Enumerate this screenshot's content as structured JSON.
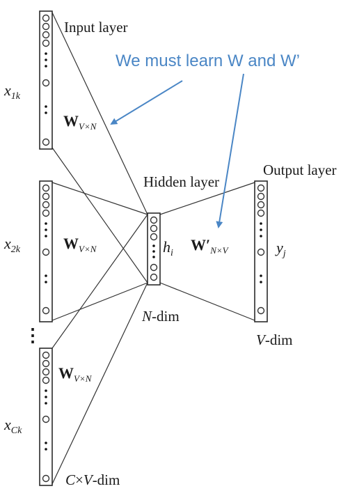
{
  "diagram": {
    "labels": {
      "input_layer": "Input layer",
      "hidden_layer": "Hidden layer",
      "output_layer": "Output layer",
      "annotation": "We must learn W and W’",
      "x1k_base": "x",
      "x1k_sub": "1k",
      "x2k_base": "x",
      "x2k_sub": "2k",
      "xck_base": "x",
      "xck_sub": "Ck",
      "w_base": "W",
      "w_sub": "V×N",
      "wprime_base": "W′",
      "wprime_sub": "N×V",
      "h_base": "h",
      "h_sub": "i",
      "y_base": "y",
      "y_sub": "j",
      "n_dim_var": "N",
      "n_dim_text": "-dim",
      "v_dim_var": "V",
      "v_dim_text": "-dim",
      "cv_dim_c": "C",
      "cv_dim_times": "×",
      "cv_dim_v": "V",
      "cv_dim_text": "-dim",
      "vertical_ellipsis": "⋮"
    },
    "colors": {
      "annotation": "#4a86c5",
      "lines": "#333333",
      "text": "#1a1a1a"
    }
  }
}
